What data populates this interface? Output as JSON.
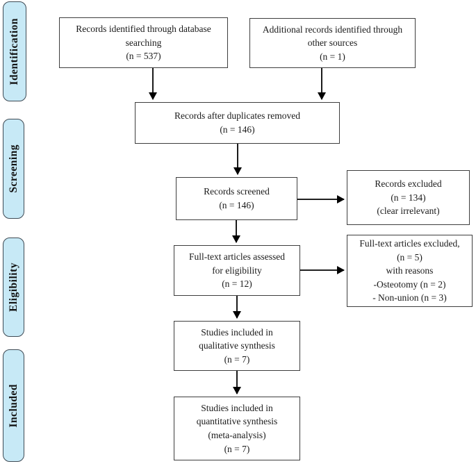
{
  "stages": [
    {
      "label": "Identification"
    },
    {
      "label": "Screening"
    },
    {
      "label": "Eligibility"
    },
    {
      "label": "Included"
    }
  ],
  "boxes": {
    "records_identified": {
      "text": "Records identified through database\nsearching\n(n = 537)"
    },
    "additional_records": {
      "text": "Additional records identified through\nother sources\n(n = 1)"
    },
    "duplicates_removed": {
      "text": "Records after duplicates removed\n(n = 146)"
    },
    "records_screened": {
      "text": "Records screened\n(n = 146)"
    },
    "records_excluded": {
      "text": "Records excluded\n(n = 134)\n(clear irrelevant)"
    },
    "fulltext_assessed": {
      "text": "Full-text articles assessed\nfor eligibility\n(n = 12)"
    },
    "fulltext_excluded": {
      "text": "Full-text articles excluded,\n(n = 5)\nwith reasons\n-Osteotomy (n = 2)\n- Non-union (n = 3)"
    },
    "qualitative": {
      "text": "Studies included in\nqualitative synthesis\n(n = 7)"
    },
    "quantitative": {
      "text": "Studies included in\nquantitative synthesis\n(meta-analysis)\n(n = 7)"
    }
  },
  "colors": {
    "stage_tab_fill": "#c7e9f6",
    "box_border": "#3d3d3d",
    "arrow": "#000000"
  }
}
